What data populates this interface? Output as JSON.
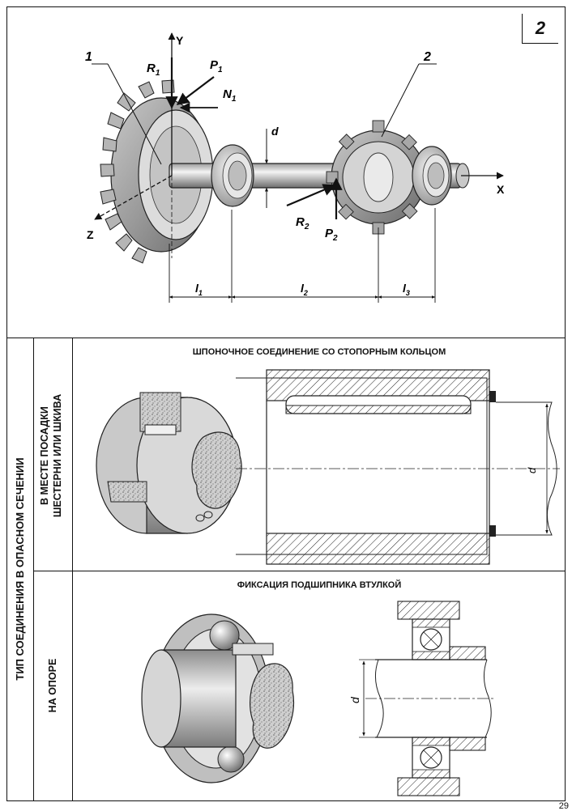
{
  "variant_number": "2",
  "top_figure": {
    "gear1_label": "1",
    "gear2_label": "2",
    "axis_y": "Y",
    "axis_x": "X",
    "axis_z": "Z",
    "force_R1": "R",
    "force_R1_sub": "1",
    "force_P1": "P",
    "force_P1_sub": "1",
    "force_N1": "N",
    "force_N1_sub": "1",
    "force_R2": "R",
    "force_R2_sub": "2",
    "force_P2": "P",
    "force_P2_sub": "2",
    "diameter_label": "d",
    "dim_l1": "l",
    "dim_l1_sub": "1",
    "dim_l2": "l",
    "dim_l2_sub": "2",
    "dim_l3": "l",
    "dim_l3_sub": "3"
  },
  "side_labels": {
    "outer": "ТИП СОЕДИНЕНИЯ В ОПАСНОМ СЕЧЕНИИ",
    "row1_line1": "В МЕСТЕ ПОСАДКИ",
    "row1_line2": "ШЕСТЕРНИ ИЛИ ШКИВА",
    "row2": "НА ОПОРЕ"
  },
  "row1": {
    "caption": "ШПОНОЧНОЕ СОЕДИНЕНИЕ СО СТОПОРНЫМ КОЛЬЦОМ",
    "diameter_label": "d"
  },
  "row2": {
    "caption": "ФИКСАЦИЯ ПОДШИПНИКА ВТУЛКОЙ",
    "diameter_label": "d"
  },
  "page_number": "29"
}
